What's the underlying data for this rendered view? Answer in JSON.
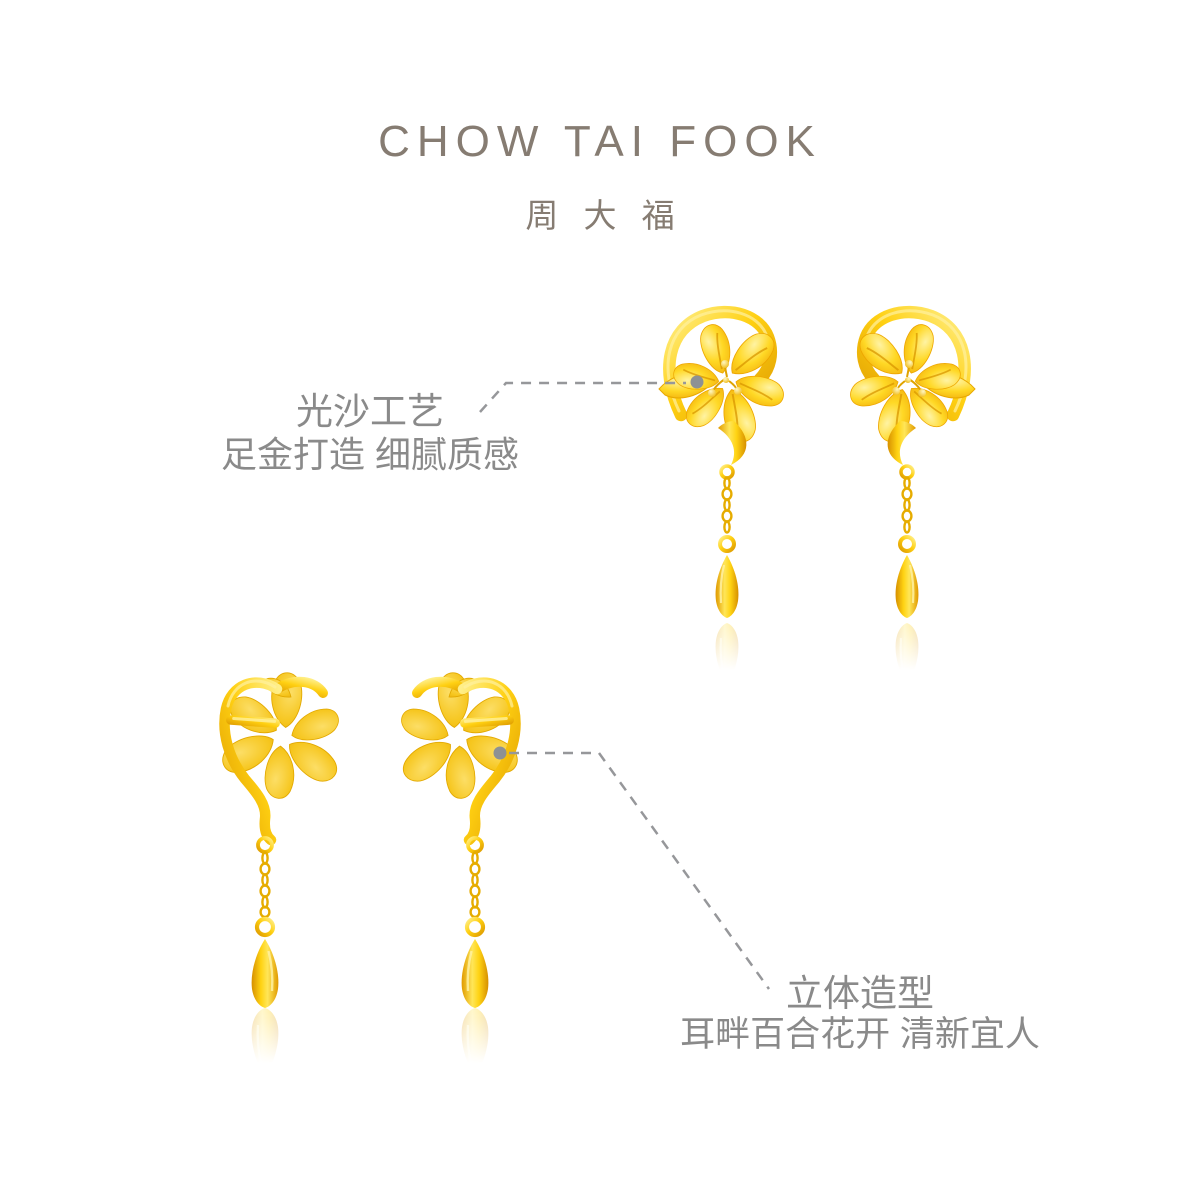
{
  "brand": {
    "name_en": "CHOW TAI FOOK",
    "name_cn": "周 大 福"
  },
  "callouts": {
    "craft": {
      "title": "光沙工艺",
      "subtitle": "足金打造 细腻质感"
    },
    "shape": {
      "title": "立体造型",
      "subtitle": "耳畔百合花开 清新宜人"
    }
  },
  "figure": {
    "subject": "gold lily flower drop earrings, front pair and back pair with mirrored reflections",
    "icon_names": [
      "leader-dot-icon",
      "dashed-leader-line"
    ]
  },
  "colors": {
    "background": "#FFFFFF",
    "brand_text": "#867C72",
    "annotation_text": "#8A8A8A",
    "leader_line": "#96979A",
    "leader_dot": "#8D9194",
    "gold_highlight": "#FFF3A3",
    "gold_primary": "#FFD21A",
    "gold_shadow": "#DE9B00"
  }
}
